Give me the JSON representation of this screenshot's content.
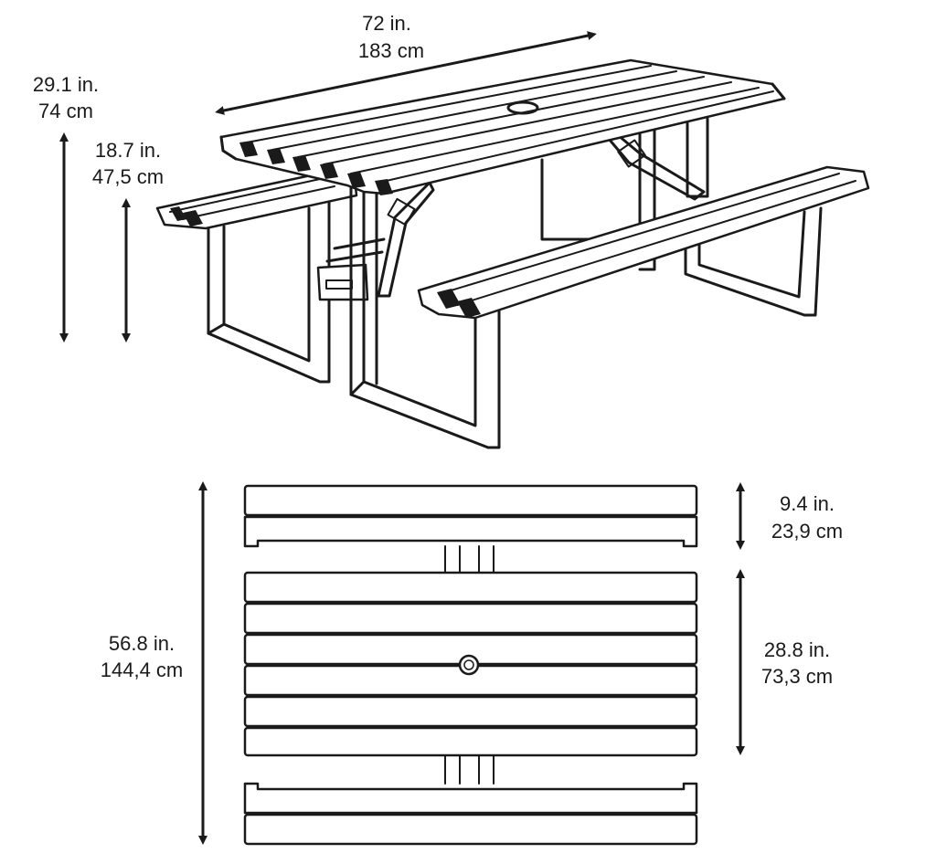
{
  "dimensions": {
    "table_length": {
      "imperial": "72 in.",
      "metric": "183 cm"
    },
    "table_height": {
      "imperial": "29.1 in.",
      "metric": "74 cm"
    },
    "seat_height": {
      "imperial": "18.7 in.",
      "metric": "47,5 cm"
    },
    "overall_width": {
      "imperial": "56.8 in.",
      "metric": "144,4 cm"
    },
    "bench_width": {
      "imperial": "9.4 in.",
      "metric": "23,9 cm"
    },
    "tabletop_width": {
      "imperial": "28.8 in.",
      "metric": "73,3 cm"
    }
  },
  "colors": {
    "line": "#1a1a1a",
    "background": "#ffffff"
  },
  "views": [
    "perspective-view",
    "top-view"
  ]
}
